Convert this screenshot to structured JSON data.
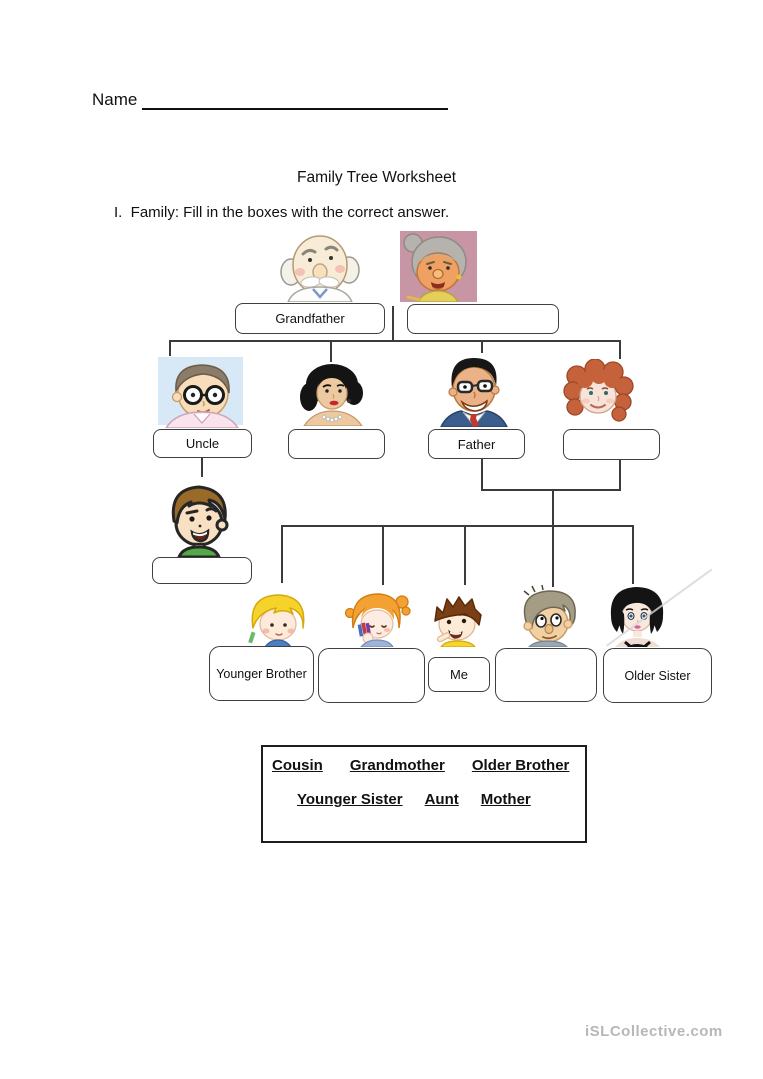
{
  "header": {
    "name_label": "Name"
  },
  "title": "Family Tree Worksheet",
  "instruction": "I.  Family: Fill in the boxes with the correct answer.",
  "tree": {
    "boxes": [
      {
        "id": "grandfather",
        "label": "Grandfather"
      },
      {
        "id": "grandmother",
        "label": ""
      },
      {
        "id": "uncle",
        "label": "Uncle"
      },
      {
        "id": "aunt",
        "label": ""
      },
      {
        "id": "father",
        "label": "Father"
      },
      {
        "id": "mother",
        "label": ""
      },
      {
        "id": "cousin",
        "label": ""
      },
      {
        "id": "younger-brother",
        "label": "Younger Brother"
      },
      {
        "id": "younger-sister",
        "label": ""
      },
      {
        "id": "me",
        "label": "Me"
      },
      {
        "id": "older-brother",
        "label": ""
      },
      {
        "id": "older-sister",
        "label": "Older Sister"
      }
    ]
  },
  "word_bank": {
    "row1": [
      "Cousin",
      "Grandmother",
      "Older Brother"
    ],
    "row2": [
      "Younger Sister",
      "Aunt",
      "Mother"
    ]
  },
  "footer": {
    "watermark": "iSLCollective.com"
  },
  "colors": {
    "line": "#3b3b3b",
    "box_border": "#3f3f3f",
    "watermark": "#b7b7b7"
  }
}
